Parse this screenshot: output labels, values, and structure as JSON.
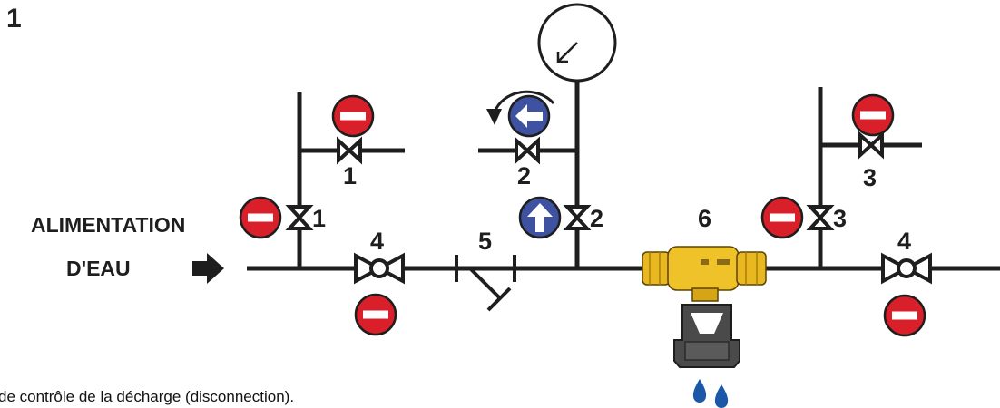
{
  "figure_number": "1",
  "supply_label": {
    "line1": "ALIMENTATION",
    "line2": "D'EAU"
  },
  "component_numbers": {
    "branch1_upper": "1",
    "branch1_vertical": "1",
    "inlet_valve": "4",
    "strainer": "5",
    "branch2_upper": "2",
    "branch2_vertical": "2",
    "disconnector": "6",
    "branch3_upper": "3",
    "branch3_vertical": "3",
    "outlet_valve": "4"
  },
  "caption": "de contrôle de la décharge (disconnection).",
  "colors": {
    "pipe": "#1e1e1e",
    "no_entry_red": "#d9202a",
    "open_blue": "#3e52a1",
    "brass": "#e9b71f",
    "water_drop": "#1c58a8",
    "body_grey": "#4a4a4a"
  },
  "icons": [
    "no-entry-icon",
    "arrow-left-icon",
    "arrow-up-icon",
    "rotate-arrow-icon",
    "pressure-gauge-icon",
    "water-drop-icon",
    "supply-arrow-icon"
  ]
}
